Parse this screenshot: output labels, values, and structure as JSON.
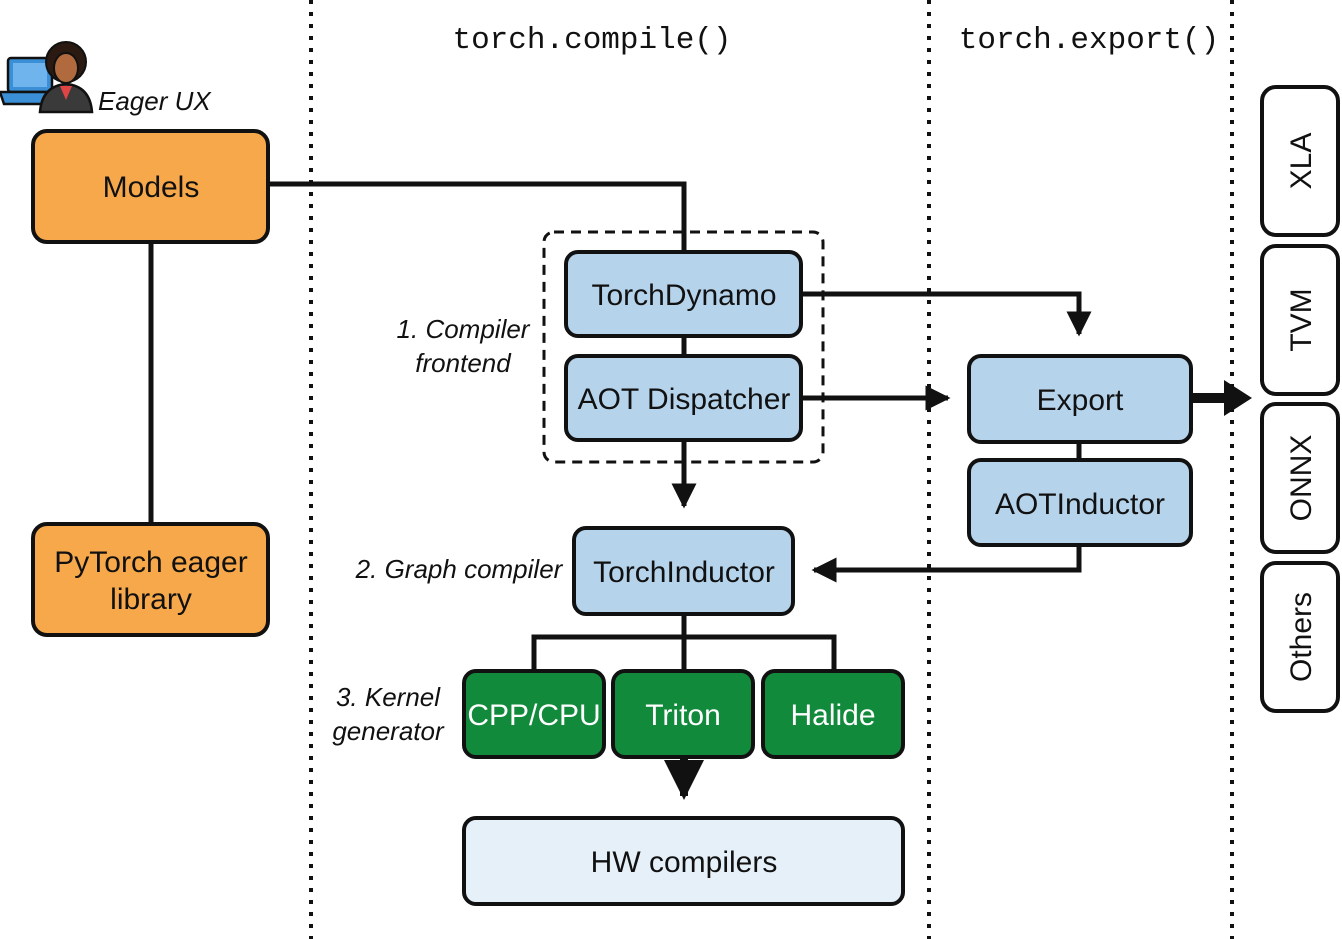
{
  "sections": {
    "compile_label": "torch.compile()",
    "export_label": "torch.export()"
  },
  "user": {
    "label": "Eager UX",
    "icon": "user-laptop-icon"
  },
  "boxes": {
    "models": "Models",
    "pytorch_eager_line1": "PyTorch eager",
    "pytorch_eager_line2": "library",
    "torchdynamo": "TorchDynamo",
    "aot_dispatcher": "AOT Dispatcher",
    "torchinductor": "TorchInductor",
    "cpp_cpu": "CPP/CPU",
    "triton": "Triton",
    "halide": "Halide",
    "hw_compilers": "HW compilers",
    "export": "Export",
    "aotinductor": "AOTInductor"
  },
  "stages": {
    "frontend_line1": "1. Compiler",
    "frontend_line2": "frontend",
    "graph_compiler": "2. Graph compiler",
    "kernel_line1": "3. Kernel",
    "kernel_line2": "generator"
  },
  "backends": [
    "XLA",
    "TVM",
    "ONNX",
    "Others"
  ],
  "colors": {
    "orange": "#f7a84a",
    "blue": "#b6d3ec",
    "green": "#128a3c",
    "light_blue": "#e6f0f8",
    "stroke": "#111111"
  }
}
